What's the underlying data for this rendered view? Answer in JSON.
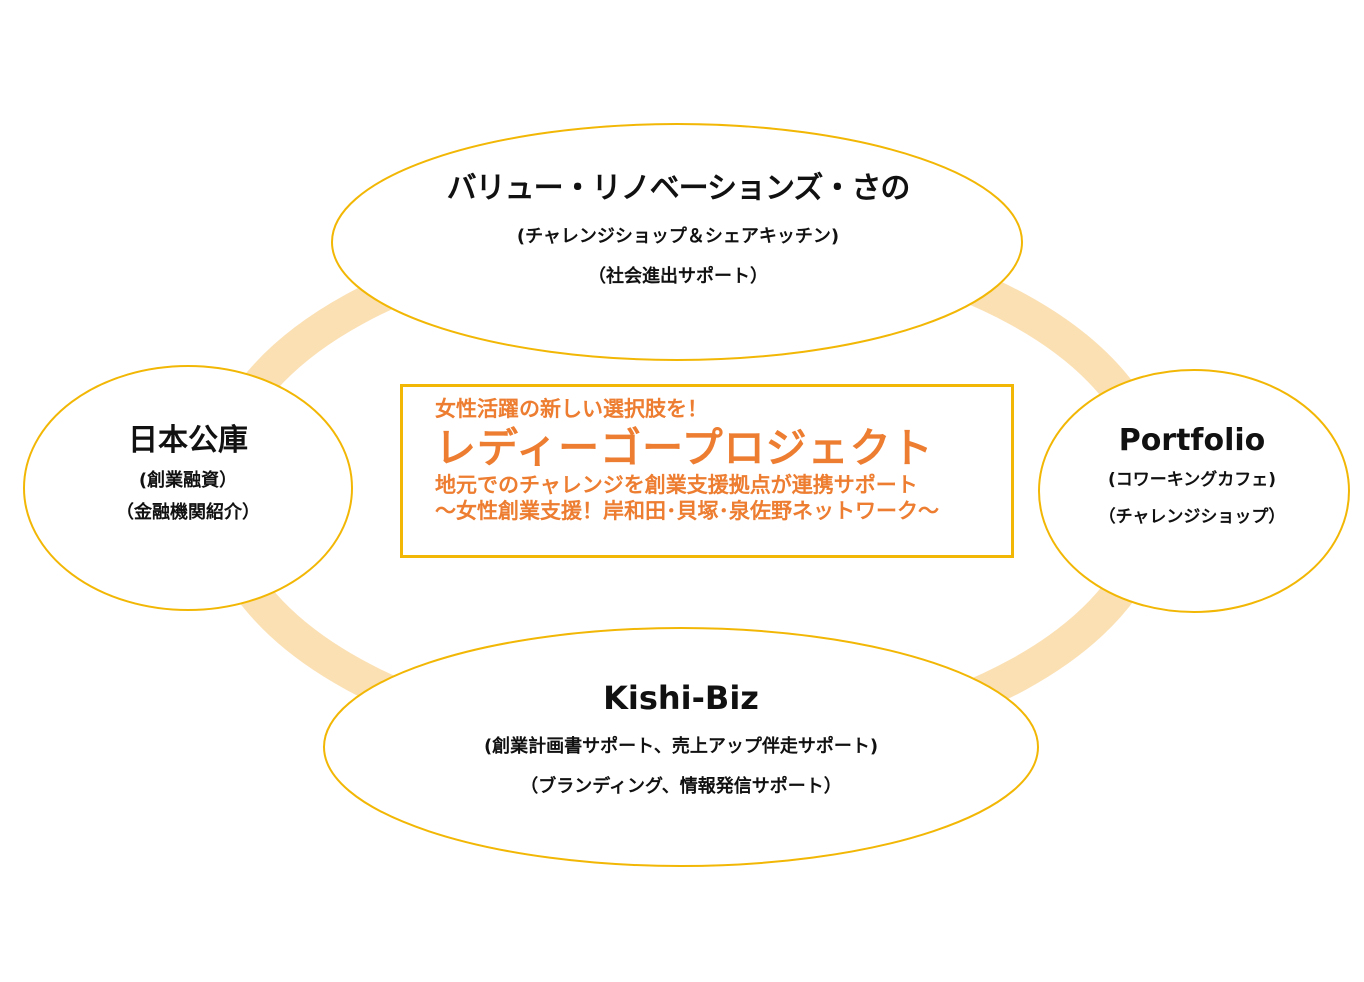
{
  "colors": {
    "ring": "#fbe0b4",
    "node_fill": "#ffffff",
    "node_stroke": "#f2b705",
    "center_border": "#f2b705",
    "center_text": "#ed7d31",
    "node_text": "#111111"
  },
  "nodes": {
    "top": {
      "title": "バリュー・リノベーションズ・さの",
      "sub1": "(チャレンジショップ＆シェアキッチン)",
      "sub2": "（社会進出サポート）"
    },
    "left": {
      "title": "日本公庫",
      "sub1": "(創業融資）",
      "sub2": "（金融機関紹介）"
    },
    "right": {
      "title": "Portfolio",
      "sub1": "(コワーキングカフェ)",
      "sub2": "（チャレンジショップ）"
    },
    "bottom": {
      "title": "Kishi-Biz",
      "sub1": "(創業計画書サポート、売上アップ伴走サポート)",
      "sub2": "（ブランディング、情報発信サポート）"
    }
  },
  "center": {
    "line1": "女性活躍の新しい選択肢を！",
    "line2": "レディーゴープロジェクト",
    "line3": "地元でのチャレンジを創業支援拠点が連携サポート",
    "line4": "～女性創業支援！岸和田･貝塚･泉佐野ネットワーク～"
  }
}
